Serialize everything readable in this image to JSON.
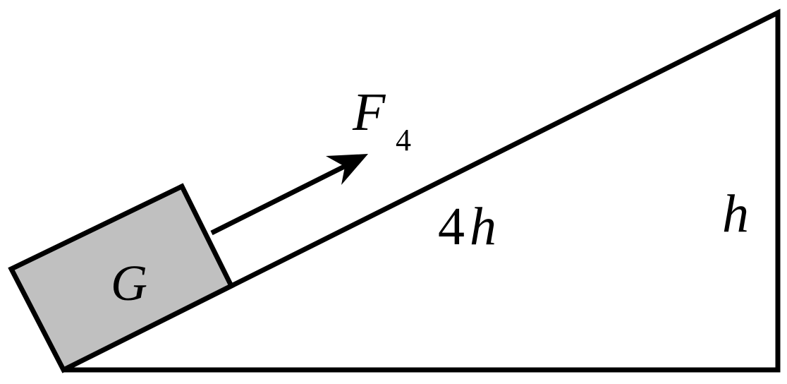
{
  "diagram": {
    "labels": {
      "block": "G",
      "force_main": "F",
      "force_subscript": "4",
      "slope_coefficient": "4",
      "slope_variable": "h",
      "height": "h"
    },
    "colors": {
      "stroke": "#000000",
      "block_fill": "#c0c0c0",
      "background": "#ffffff"
    }
  }
}
